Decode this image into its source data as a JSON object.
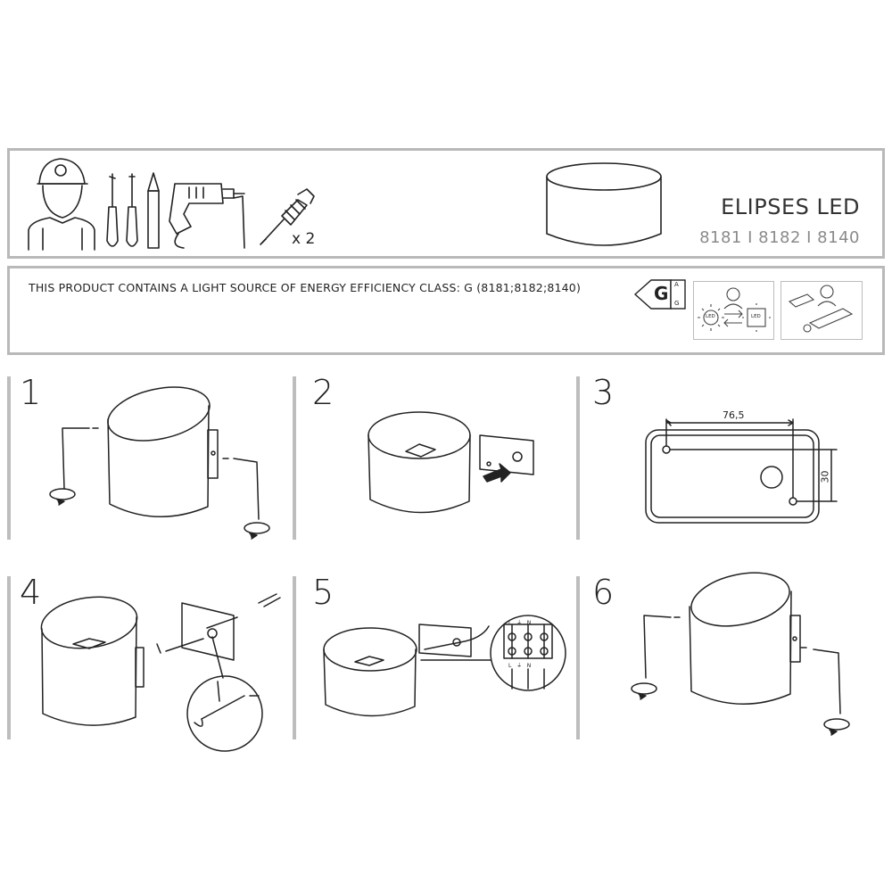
{
  "product": {
    "title": "ELIPSES LED",
    "codes": "8181 I 8182 I 8140"
  },
  "tools": {
    "quantity_label": "x 2"
  },
  "energy": {
    "notice": "THIS PRODUCT CONTAINS A LIGHT SOURCE OF ENERGY EFFICIENCY CLASS: G (8181;8182;8140)",
    "class_letter": "G",
    "scale_top": "A",
    "scale_bottom": "G",
    "led_label_left": "LED",
    "led_label_right": "LED"
  },
  "steps": [
    {
      "number": "1"
    },
    {
      "number": "2"
    },
    {
      "number": "3",
      "dim_width": "76,5",
      "dim_height": "30"
    },
    {
      "number": "4"
    },
    {
      "number": "5",
      "terminal_top": "L   ⏚   N",
      "terminal_bottom": "L   ⏚   N"
    },
    {
      "number": "6"
    }
  ]
}
